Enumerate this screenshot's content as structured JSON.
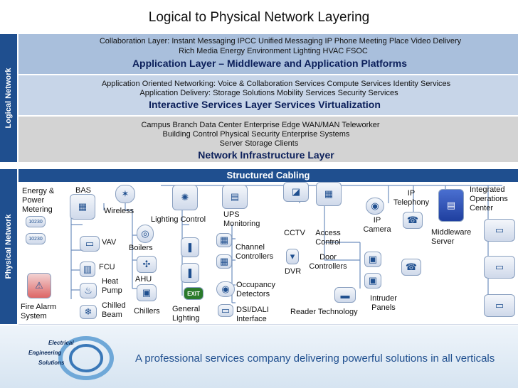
{
  "title": "Logical to Physical Network Layering",
  "side_labels": {
    "logical": "Logical Network",
    "physical": "Physical Network"
  },
  "layers": {
    "application": {
      "line1": "Collaboration Layer:  Instant Messaging    IPCC    Unified Messaging     IP Phone     Meeting Place    Video Delivery",
      "line2": "Rich Media     Energy     Environment     Lighting   HVAC     FSOC",
      "heading": "Application Layer – Middleware and Application Platforms"
    },
    "interactive": {
      "line1": "Application Oriented Networking:   Voice & Collaboration Services    Compute Services    Identity Services",
      "line2": "Application Delivery:    Storage Solutions     Mobility Services      Security Services",
      "heading": "Interactive Services Layer      Services Virtualization"
    },
    "infrastructure": {
      "line1": "Campus     Branch     Data Center     Enterprise Edge      WAN/MAN       Teleworker",
      "line2": "Building Control          Physical Security             Enterprise Systems",
      "line3": "Server      Storage      Clients",
      "heading": "Network Infrastructure Layer"
    }
  },
  "structured_cabling": "Structured Cabling",
  "physical": {
    "energy": "Energy & Power Metering",
    "bas": "BAS",
    "wireless": "Wireless",
    "vav": "VAV",
    "boilers": "Boilers",
    "fcu": "FCU",
    "heat_pump": "Heat Pump",
    "ahu": "AHU",
    "chilled_beam": "Chilled Beam",
    "chillers": "Chillers",
    "fire_alarm": "Fire Alarm System",
    "lighting_control": "Lighting Control",
    "general_lighting": "General Lighting",
    "ups": "UPS Monitoring",
    "channel": "Channel Controllers",
    "occupancy": "Occupancy Detectors",
    "dsi": "DSI/DALI Interface",
    "cctv": "CCTV",
    "dvr": "DVR",
    "access_control": "Access Control",
    "door_controllers": "Door Controllers",
    "reader": "Reader Technology",
    "ip_camera": "IP Camera",
    "intruder": "Intruder Panels",
    "ip_telephony": "IP Telephony",
    "middleware_server": "Middleware Server",
    "ioc": "Integrated Operations Center",
    "exit_sign": "EXIT",
    "meter_reading": "10230"
  },
  "footer": {
    "logo_line1": "Electrical",
    "logo_line2": "Engineering",
    "logo_line3": "Solutions",
    "tagline": "A professional services company delivering powerful solutions in all verticals"
  },
  "colors": {
    "accent": "#1f4f8f",
    "band_light": "#c7d5e8",
    "band_blue": "#a9bfdc",
    "band_grey": "#d3d3d3"
  }
}
